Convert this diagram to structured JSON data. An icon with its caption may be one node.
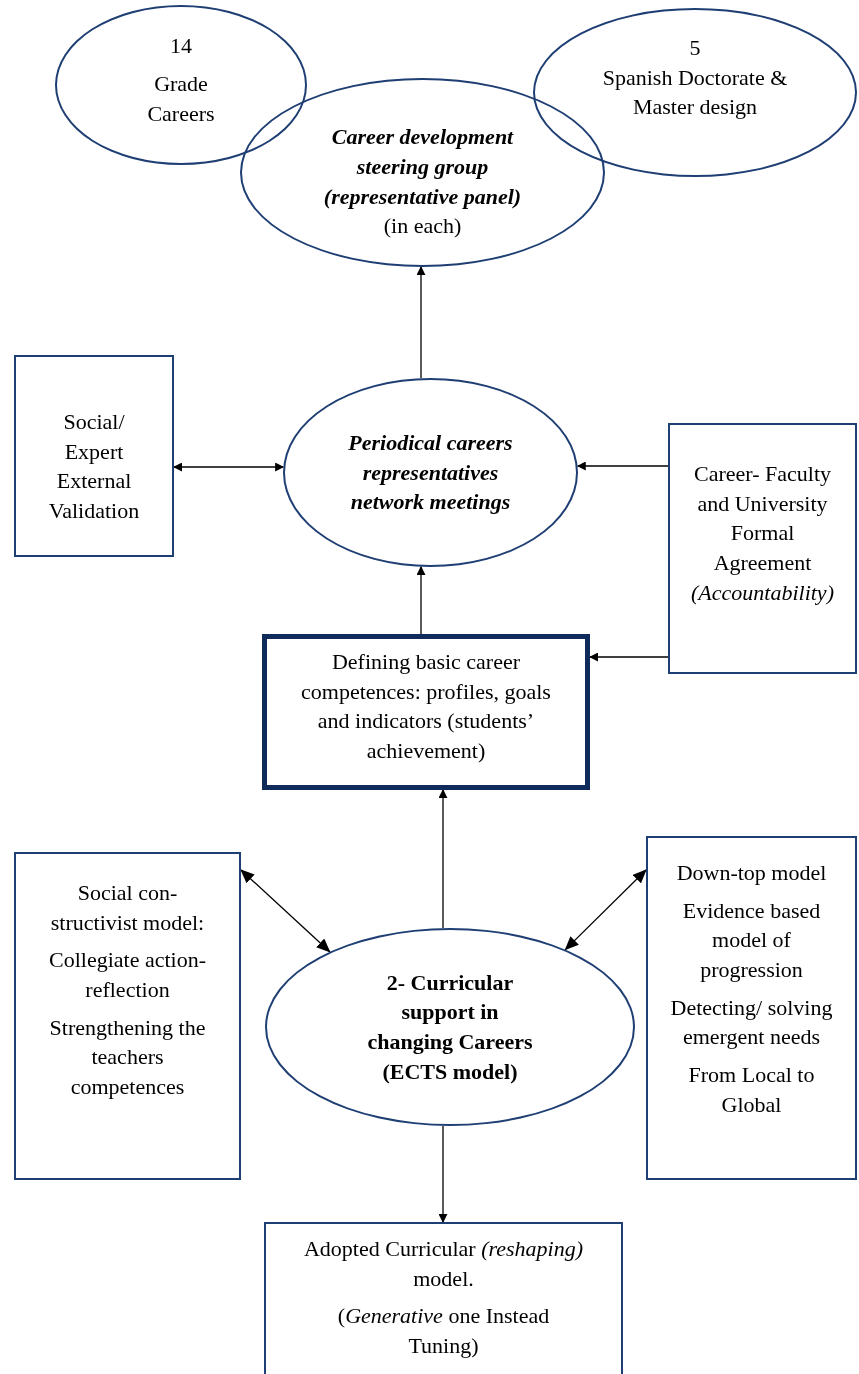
{
  "diagram": {
    "nodes": [
      {
        "text": [
          "14",
          "Grade Careers"
        ]
      },
      {
        "text": [
          "Career development steering group (representative panel)",
          "(in each)"
        ]
      },
      {
        "text": [
          "5",
          "Spanish Doctorate & Master design"
        ]
      },
      {
        "text": [
          "Social/ Expert External Validation"
        ]
      },
      {
        "text": [
          "Periodical careers representatives network meetings"
        ]
      },
      {
        "text": [
          "Career- Faculty and University Formal Agreement",
          "(Accountability)"
        ]
      },
      {
        "text": [
          "Defining basic career competences: profiles, goals and indicators (students’ achievement)"
        ]
      },
      {
        "text": [
          "Social con- structivist model:",
          "Collegiate action- reflection",
          "Strengthening the teachers competences"
        ]
      },
      {
        "text": [
          "2- Curricular support in changing Careers (ECTS model)"
        ]
      },
      {
        "text": [
          "Down-top model",
          "Evidence based model of progression",
          "Detecting/ solving emergent needs",
          "From Local to Global"
        ]
      },
      {
        "text": [
          "Adopted Curricular *(reshaping)* model.",
          "(*Generative* one Instead Tuning)"
        ]
      }
    ],
    "edges": [
      {
        "from": 4,
        "to": 1,
        "arrow": "to"
      },
      {
        "from": 3,
        "to": 4,
        "arrow": "both"
      },
      {
        "from": 5,
        "to": 4,
        "arrow": "to"
      },
      {
        "from": 5,
        "to": 6,
        "arrow": "to"
      },
      {
        "from": 6,
        "to": 4,
        "arrow": "to"
      },
      {
        "from": 8,
        "to": 6,
        "arrow": "to"
      },
      {
        "from": 7,
        "to": 8,
        "arrow": "both"
      },
      {
        "from": 9,
        "to": 8,
        "arrow": "both"
      },
      {
        "from": 8,
        "to": 10,
        "arrow": "to"
      }
    ]
  }
}
